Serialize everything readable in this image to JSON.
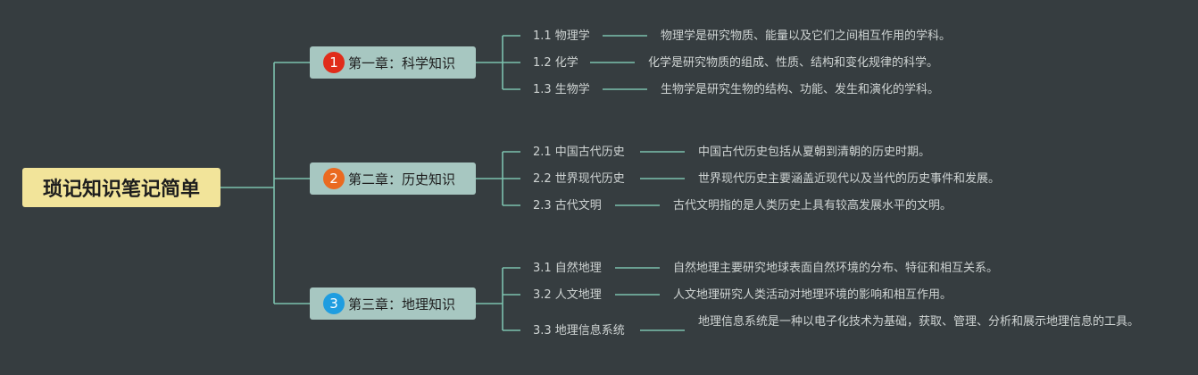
{
  "root": {
    "title": "琐记知识笔记简单"
  },
  "colors": {
    "background": "#363d40",
    "line": "#7cc2ae",
    "root_fill": "#f2e49a",
    "chapter_fill": "#a7c7c1",
    "badge_1": "#e02c1a",
    "badge_2": "#ea6a20",
    "badge_3": "#1f9de0"
  },
  "chapters": [
    {
      "badge": "1",
      "title": "第一章：科学知识",
      "topics": [
        {
          "label": "1.1 物理学",
          "desc": "物理学是研究物质、能量以及它们之间相互作用的学科。"
        },
        {
          "label": "1.2 化学",
          "desc": "化学是研究物质的组成、性质、结构和变化规律的科学。"
        },
        {
          "label": "1.3 生物学",
          "desc": "生物学是研究生物的结构、功能、发生和演化的学科。"
        }
      ]
    },
    {
      "badge": "2",
      "title": "第二章：历史知识",
      "topics": [
        {
          "label": "2.1 中国古代历史",
          "desc": "中国古代历史包括从夏朝到清朝的历史时期。"
        },
        {
          "label": "2.2 世界现代历史",
          "desc": "世界现代历史主要涵盖近现代以及当代的历史事件和发展。"
        },
        {
          "label": "2.3 古代文明",
          "desc": "古代文明指的是人类历史上具有较高发展水平的文明。"
        }
      ]
    },
    {
      "badge": "3",
      "title": "第三章：地理知识",
      "topics": [
        {
          "label": "3.1 自然地理",
          "desc": "自然地理主要研究地球表面自然环境的分布、特征和相互关系。"
        },
        {
          "label": "3.2 人文地理",
          "desc": "人文地理研究人类活动对地理环境的影响和相互作用。"
        },
        {
          "label": "3.3 地理信息系统",
          "desc": "地理信息系统是一种以电子化技术为基础，获取、管理、分析和展示地理信息的工具。"
        }
      ]
    }
  ]
}
